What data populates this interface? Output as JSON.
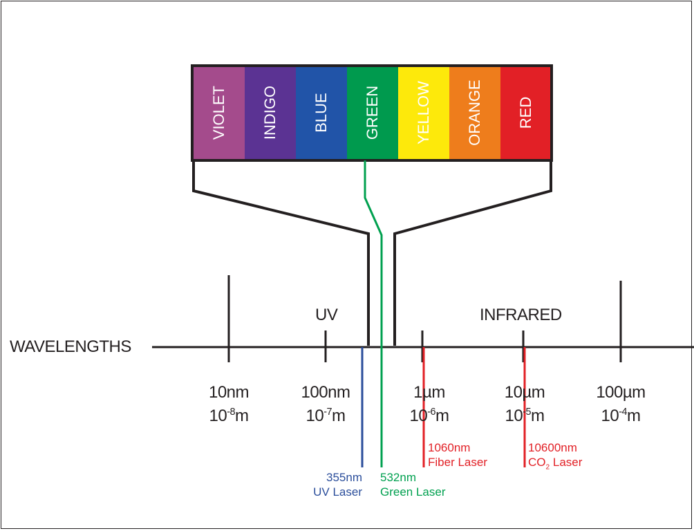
{
  "bands": [
    {
      "label": "VIOLET",
      "color": "#a44b8c"
    },
    {
      "label": "INDIGO",
      "color": "#5b3393"
    },
    {
      "label": "BLUE",
      "color": "#2154a8"
    },
    {
      "label": "GREEN",
      "color": "#009a4e"
    },
    {
      "label": "YELLOW",
      "color": "#fde90b"
    },
    {
      "label": "ORANGE",
      "color": "#ee7d1c"
    },
    {
      "label": "RED",
      "color": "#e22026"
    }
  ],
  "axis": {
    "title": "WAVELENGTHS",
    "uv_label": "UV",
    "ir_label": "INFRARED"
  },
  "ticks": [
    {
      "nm": "10nm",
      "m_base": "10",
      "m_exp": "-8",
      "m_unit": "m"
    },
    {
      "nm": "100nm",
      "m_base": "10",
      "m_exp": "-7",
      "m_unit": "m"
    },
    {
      "nm": "1µm",
      "m_base": "10",
      "m_exp": "-6",
      "m_unit": "m"
    },
    {
      "nm": "10µm",
      "m_base": "10",
      "m_exp": "-5",
      "m_unit": "m"
    },
    {
      "nm": "100µm",
      "m_base": "10",
      "m_exp": "-4",
      "m_unit": "m"
    }
  ],
  "lasers": {
    "uv": {
      "wavelength": "355nm",
      "name": "UV Laser",
      "color": "#2b4e9b"
    },
    "green": {
      "wavelength": "532nm",
      "name": "Green Laser",
      "color": "#00a04f"
    },
    "fiber": {
      "wavelength": "1060nm",
      "name": "Fiber Laser",
      "color": "#e22026"
    },
    "co2": {
      "wavelength": "10600nm",
      "name_pre": "CO",
      "name_sub": "2",
      "name_post": " Laser",
      "color": "#e22026"
    }
  },
  "colors": {
    "line": "#231f20"
  }
}
